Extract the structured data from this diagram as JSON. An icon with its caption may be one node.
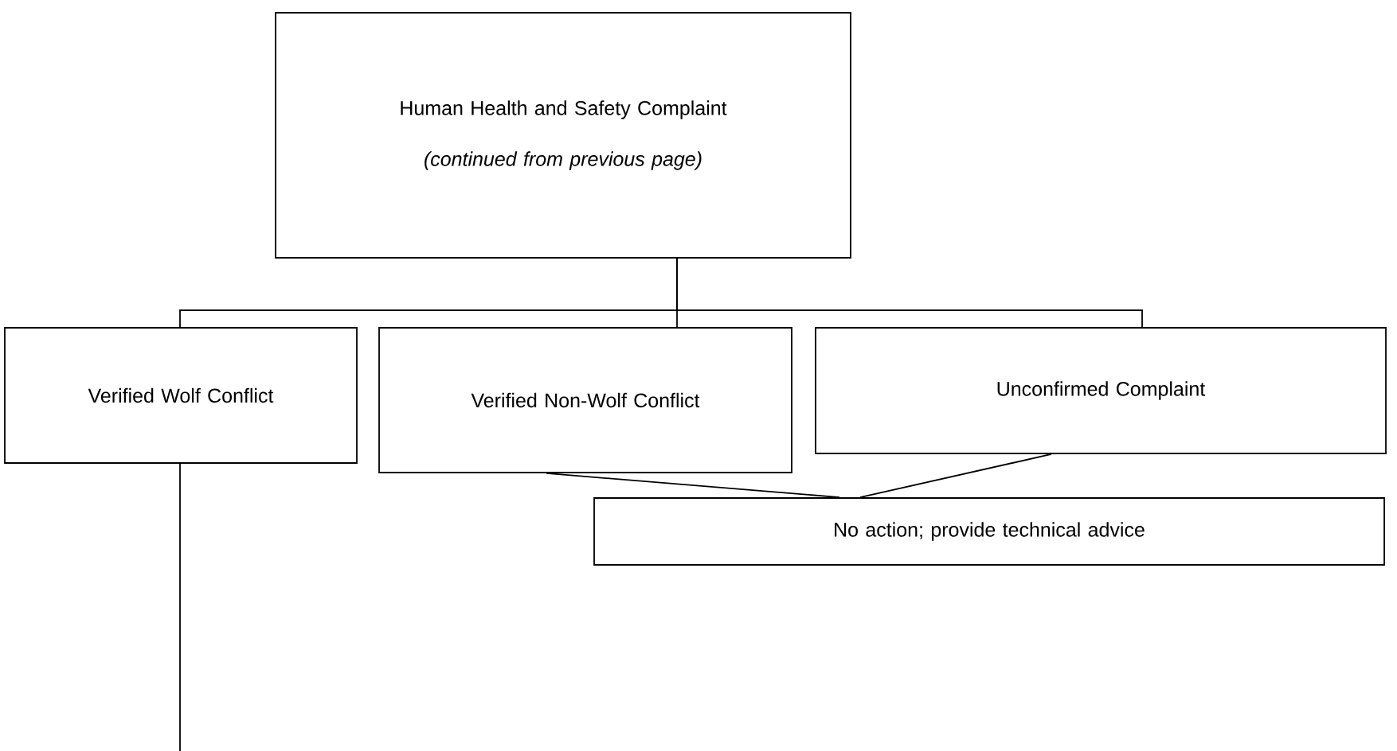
{
  "diagram": {
    "nodes": [
      {
        "text": [
          "Human Health and Safety Complaint",
          "(continued from previous page)"
        ]
      },
      {
        "text": [
          "Verified Wolf Conflict"
        ]
      },
      {
        "text": [
          "Verified Non-Wolf Conflict"
        ]
      },
      {
        "text": [
          "Unconfirmed Complaint"
        ]
      },
      {
        "text": [
          "No action; provide technical advice"
        ]
      }
    ],
    "edges": [
      {
        "from": 0,
        "to": 1,
        "arrow": "none"
      },
      {
        "from": 0,
        "to": 2,
        "arrow": "none"
      },
      {
        "from": 0,
        "to": 3,
        "arrow": "none"
      },
      {
        "from": 2,
        "to": 4,
        "arrow": "none"
      },
      {
        "from": 3,
        "to": 4,
        "arrow": "none"
      },
      {
        "from": 1,
        "to": null,
        "arrow": "none"
      }
    ]
  }
}
